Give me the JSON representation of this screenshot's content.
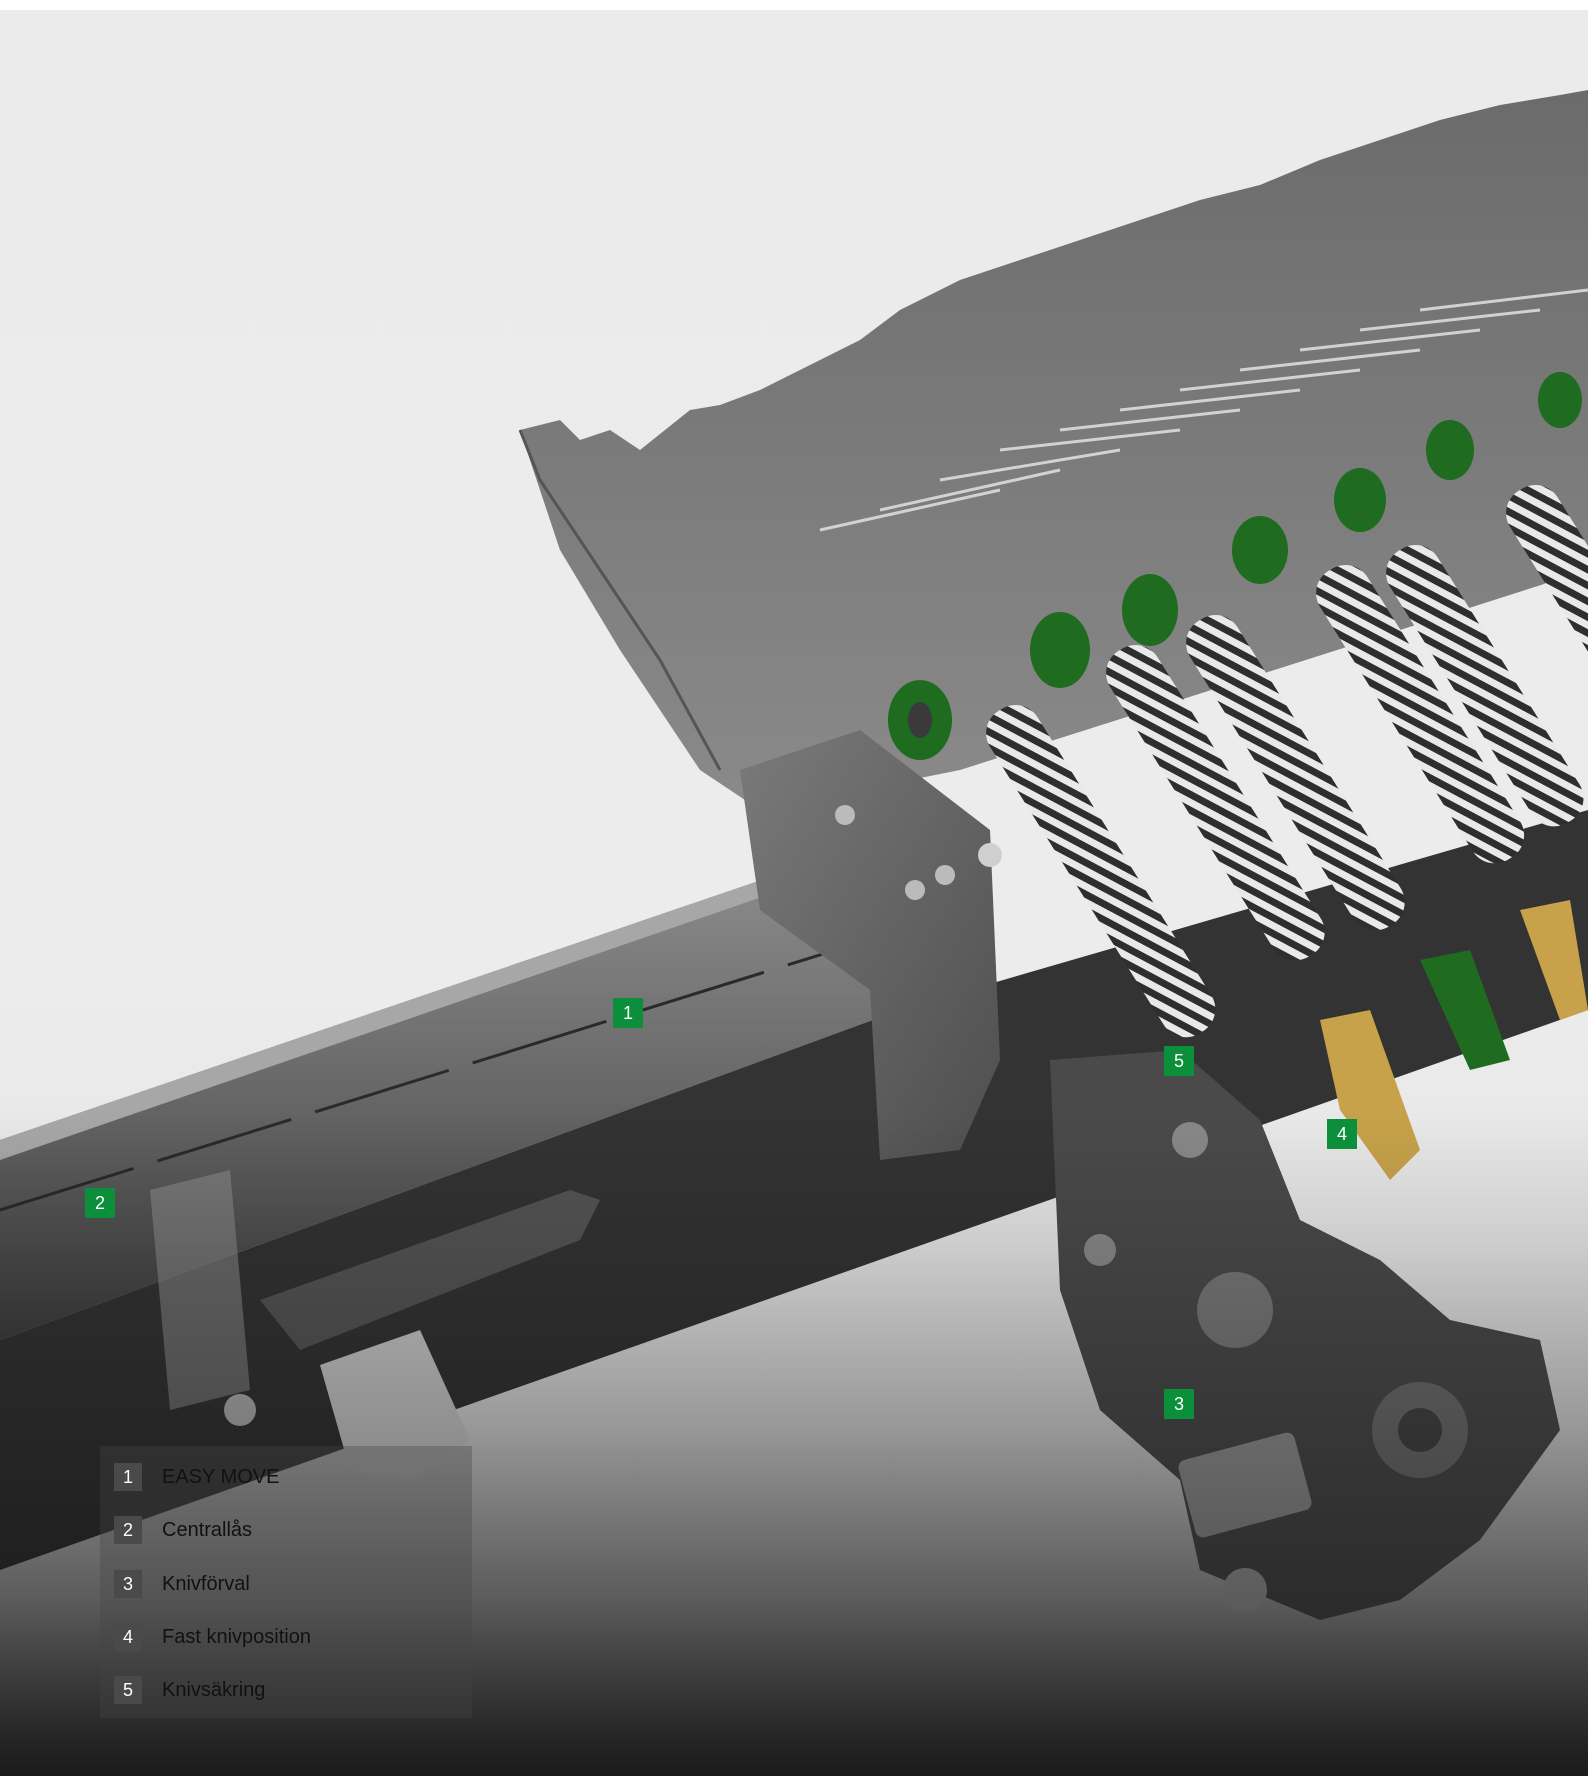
{
  "colors": {
    "callout_green": "#0b8f3a",
    "legend_badge": "#4a4a4a",
    "spring_green": "#1f6b1f",
    "link_gold": "#c8a24a"
  },
  "callouts": [
    {
      "id": "1",
      "label": "1"
    },
    {
      "id": "2",
      "label": "2"
    },
    {
      "id": "3",
      "label": "3"
    },
    {
      "id": "4",
      "label": "4"
    },
    {
      "id": "5",
      "label": "5"
    }
  ],
  "legend": {
    "items": [
      {
        "num": "1",
        "label": "EASY MOVE"
      },
      {
        "num": "2",
        "label": "Centrallås"
      },
      {
        "num": "3",
        "label": "Knivförval"
      },
      {
        "num": "4",
        "label": "Fast knivposition"
      },
      {
        "num": "5",
        "label": "Knivsäkring"
      }
    ]
  }
}
